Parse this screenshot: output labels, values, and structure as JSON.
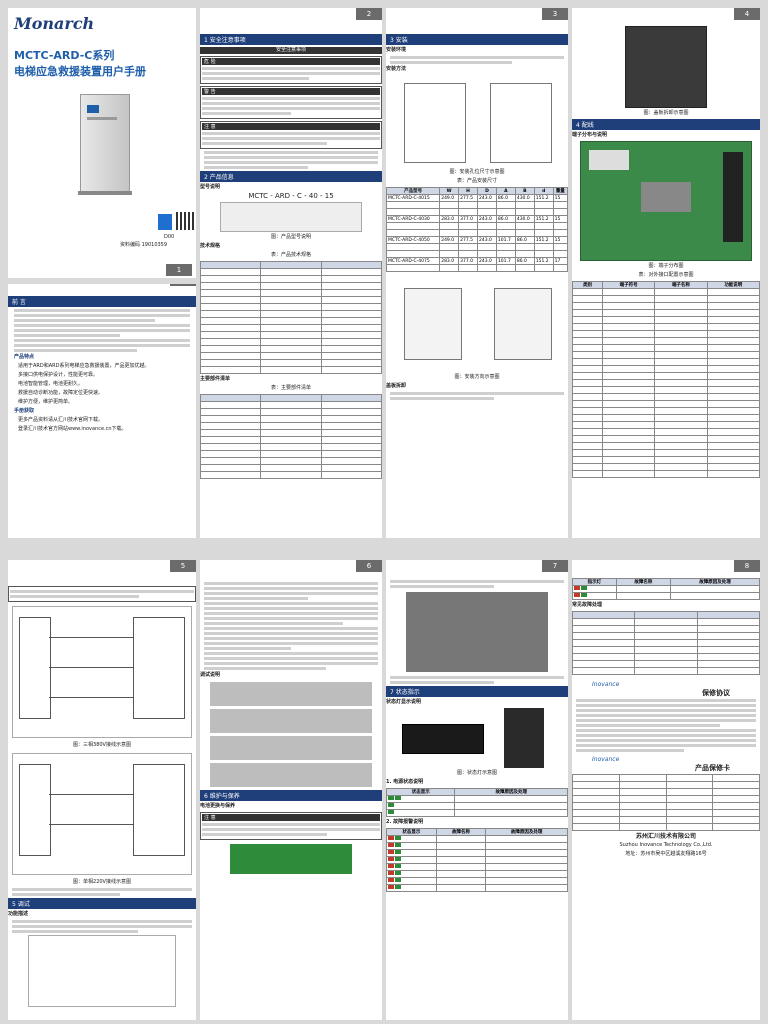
{
  "cover": {
    "logo": "Monarch",
    "title_line1": "MCTC-ARD-C系列",
    "title_line2": "电梯应急救援装置用户手册",
    "code_label": "资料编码 19010359",
    "version": "D00"
  },
  "pages": {
    "p1": "1",
    "p2": "2",
    "p3": "3",
    "p4": "4",
    "p5": "5",
    "p6": "6",
    "p7": "7",
    "p8": "8"
  },
  "p1": {
    "heading": "前 言",
    "features_title": "产品特点",
    "features": [
      "适用于ARD和ARD系列电梯应急救援装置，产品更加优越。",
      "多接口供电保护设计，性能更可靠。",
      "电池智能管理，电池更耐久。",
      "救援自动诊断功能，故障定位更快速。",
      "维护方便，维护更简单。"
    ],
    "more_title": "手册获取",
    "more": [
      "更多产品资料请从汇川技术官网下载。",
      "登录汇川技术官方网站www.inovance.cn下载。"
    ]
  },
  "p2": {
    "s1": "1 安全注意事项",
    "safety_head": "安全注意事项",
    "danger": "危 险",
    "warning": "警 告",
    "caution": "注 意",
    "s2": "2 产品信息",
    "model_title": "型号说明",
    "model_code": "MCTC - ARD - C - 40 - 15",
    "model_caption": "图：产品型号说明",
    "tech_title": "技术规格",
    "tech_caption": "表：产品技术规格",
    "list_title": "主要部件清单",
    "list_caption": "表：主要部件清单"
  },
  "p3": {
    "s": "3 安装",
    "env": "安装环境",
    "method": "安装方法",
    "fig1": "图：安装孔位尺寸示意图",
    "tbl_caption": "表：产品安装尺寸",
    "tbl_head": [
      "产品型号",
      "W",
      "H",
      "D",
      "A",
      "B",
      "d",
      "重量"
    ],
    "rows": [
      [
        "MCTC-ARD-C-4015",
        "249.0",
        "277.5",
        "243.0",
        "86.0",
        "430.0",
        "151.2",
        "15"
      ],
      [
        "MCTC-ARD-C-4030",
        "283.0",
        "377.0",
        "243.0",
        "86.0",
        "430.0",
        "151.2",
        "15"
      ],
      [
        "MCTC-ARD-C-4050",
        "249.0",
        "277.5",
        "243.0",
        "101.7",
        "86.0",
        "151.2",
        "15"
      ],
      [
        "MCTC-ARD-C-4075",
        "283.0",
        "377.0",
        "243.0",
        "101.7",
        "86.0",
        "151.2",
        "17"
      ]
    ],
    "fig2": "图：安装方向示意图",
    "remove_title": "盖板拆卸"
  },
  "p4": {
    "fig1": "图：盖板拆卸示意图",
    "s": "4 配线",
    "term_title": "端子分布与说明",
    "fig2": "图：端子分布图",
    "tbl_caption": "表：对外接口配置示意图",
    "col_head": [
      "类别",
      "端子符号",
      "端子名称",
      "功能说明"
    ]
  },
  "p5": {
    "fig1": "图：三相380V接线示意图",
    "fig2": "图：单相220V接线示意图",
    "s5": "5 调试",
    "func_title": "功能描述"
  },
  "p6": {
    "test_title": "调试说明",
    "s6": "6 维护与保养",
    "battery_title": "电池更换与保养",
    "caution": "注 意"
  },
  "p7": {
    "s7": "7 状态指示",
    "ind_title": "状态灯显示说明",
    "fig": "图：状态灯示意图",
    "ind_tbl": "1. 电源状态说明",
    "fault_tbl": "2. 故障报警说明",
    "col_head": [
      "状态显示",
      "故障名称",
      "故障原因及处理"
    ]
  },
  "p8": {
    "col_head": [
      "指示灯",
      "故障名称",
      "故障原因及处理"
    ],
    "common_title": "常见故障处理",
    "warranty_title": "保修协议",
    "card_title": "产品保修卡",
    "company": "苏州汇川技术有限公司",
    "company_en": "Suzhou Inovance Technology Co.,Ltd.",
    "address": "地址：苏州市吴中区越溪友翔路16号",
    "brand": "Inovance"
  }
}
